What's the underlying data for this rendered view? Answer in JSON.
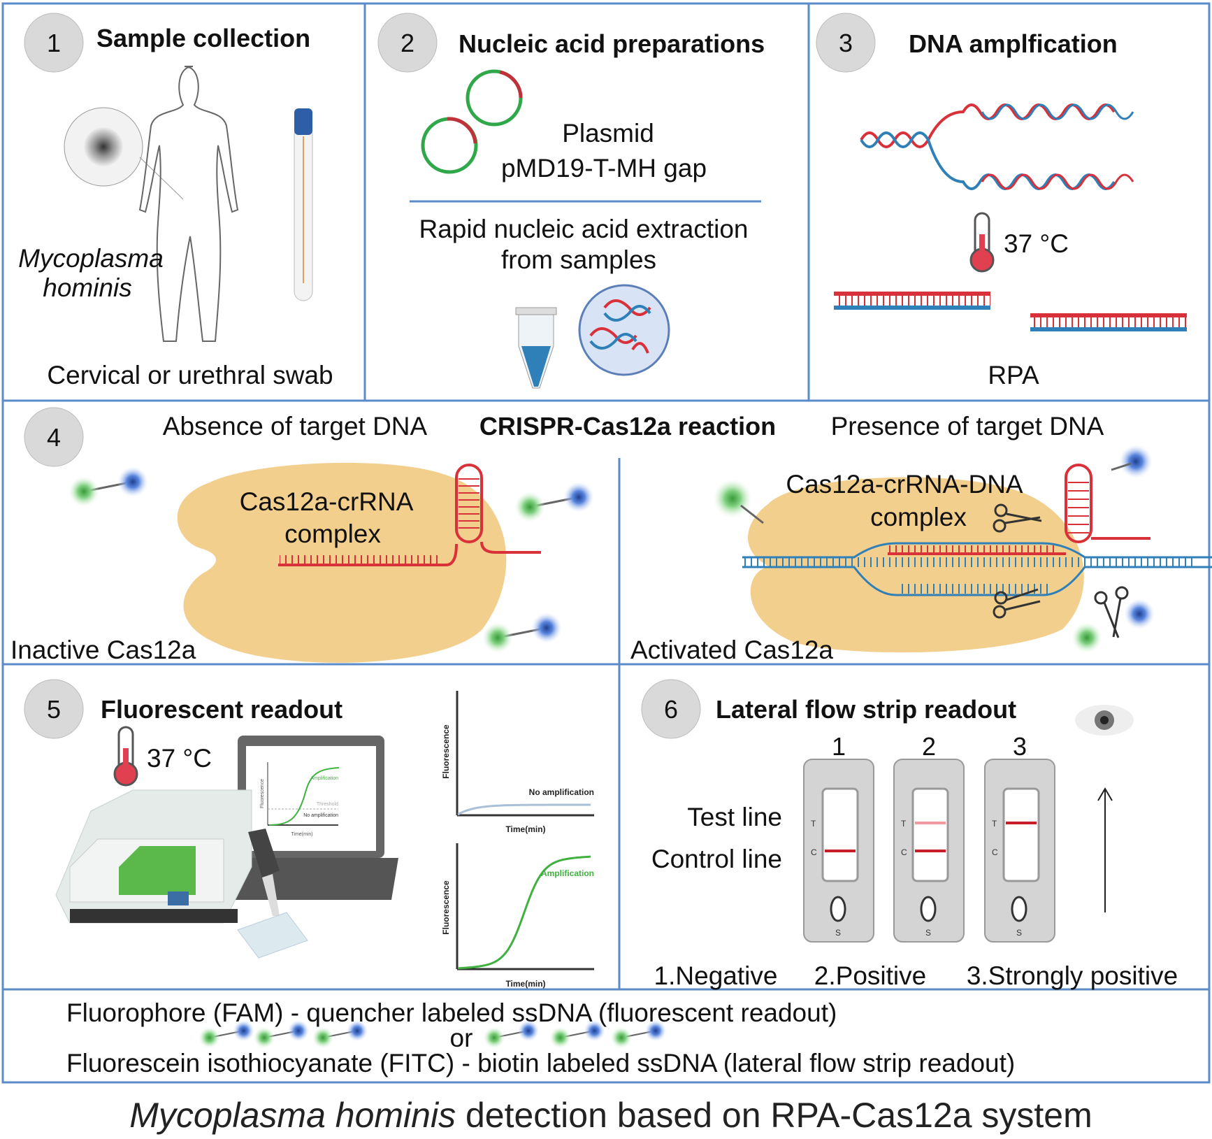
{
  "panels": {
    "p1": {
      "number": "1",
      "title": "Sample collection",
      "organism_line1": "Mycoplasma",
      "organism_line2": "hominis",
      "caption": "Cervical or urethral swab"
    },
    "p2": {
      "number": "2",
      "title": "Nucleic acid preparations",
      "plasmid_line1": "Plasmid",
      "plasmid_line2": "pMD19-T-MH gap",
      "extraction_line1": "Rapid nucleic acid extraction",
      "extraction_line2": "from samples"
    },
    "p3": {
      "number": "3",
      "title": "DNA amplfication",
      "temperature": "37 °C",
      "caption": "RPA"
    },
    "p4": {
      "number": "4",
      "title": "CRISPR-Cas12a reaction",
      "absence": "Absence of target DNA",
      "presence": "Presence of target DNA",
      "complex_left_line1": "Cas12a-crRNA",
      "complex_left_line2": "complex",
      "complex_right_line1": "Cas12a-crRNA-DNA",
      "complex_right_line2": "complex",
      "inactive": "Inactive Cas12a",
      "activated": "Activated Cas12a"
    },
    "p5": {
      "number": "5",
      "title": "Fluorescent readout",
      "temperature": "37 °C",
      "screen": {
        "amplification": "Amplification",
        "threshold": "Threshold",
        "no_amplification": "No amplification",
        "xlabel": "Time(min)",
        "ylabel": "Fluorescence"
      },
      "chart_top": {
        "ylabel": "Fluorescence",
        "xlabel": "Time(min)",
        "label": "No amplification",
        "color": "#a9bfd6"
      },
      "chart_bottom": {
        "ylabel": "Fluorescence",
        "xlabel": "Time(min)",
        "label": "Amplification",
        "color": "#3fb13f"
      }
    },
    "p6": {
      "number": "6",
      "title": "Lateral flow strip readout",
      "test_line": "Test line",
      "control_line": "Control line",
      "strips": [
        {
          "number": "1",
          "result": "1.Negative",
          "t_label": "T",
          "c_label": "C",
          "s_label": "S",
          "test_band": "none",
          "control_band": "strong"
        },
        {
          "number": "2",
          "result": "2.Positive",
          "t_label": "T",
          "c_label": "C",
          "s_label": "S",
          "test_band": "faint",
          "control_band": "strong"
        },
        {
          "number": "3",
          "result": "3.Strongly positive",
          "t_label": "T",
          "c_label": "C",
          "s_label": "S",
          "test_band": "strong",
          "control_band": "none"
        }
      ]
    }
  },
  "legend": {
    "line1": "Fluorophore (FAM) - quencher labeled ssDNA (fluorescent readout)",
    "or": "or",
    "line2": "Fluorescein isothiocyanate (FITC) - biotin labeled ssDNA (lateral flow strip readout)"
  },
  "caption": {
    "italic": "Mycoplasma hominis",
    "rest": " detection based on RPA-Cas12a system"
  },
  "colors": {
    "border": "#5b8bc8",
    "circle": "#d9d9d9",
    "cas": "#f3cf8e",
    "rna": "#d9313a",
    "dna_blue": "#2f7fb8",
    "fluor": "#5cc15c",
    "quench": "#3d6ec9"
  }
}
